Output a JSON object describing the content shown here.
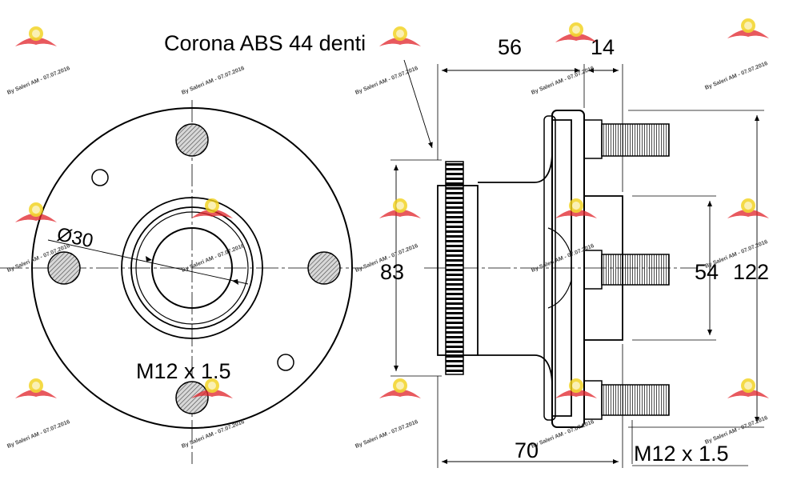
{
  "labels": {
    "abs_ring": "Corona ABS 44 denti",
    "bore_diameter": "Ø30",
    "thread_front": "M12 x 1.5",
    "thread_side": "M12 x 1.5",
    "dim_56": "56",
    "dim_14": "14",
    "dim_83": "83",
    "dim_54": "54",
    "dim_122": "122",
    "dim_70": "70"
  },
  "watermark": {
    "text": "By Saleri AM - 07.07.2016"
  },
  "colors": {
    "ink": "#000000",
    "hatch": "#555555",
    "watermark_red": "#e0262b",
    "watermark_yellow": "#f2d21b"
  }
}
